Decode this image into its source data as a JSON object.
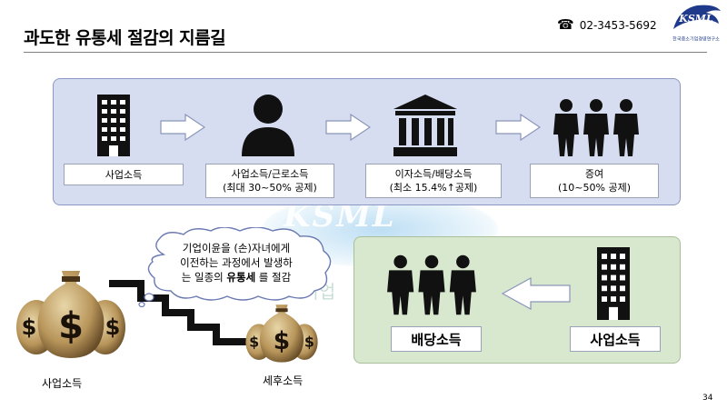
{
  "header": {
    "title": "과도한 유통세 절감의 지름길",
    "phone_icon": "phone-icon",
    "phone": "02-3453-5692",
    "logo_text": "KSML",
    "logo_subtitle": "한국중소기업경영연구소"
  },
  "watermark": {
    "text": "KSML",
    "subtext": "소기업"
  },
  "flow_top": {
    "steps": [
      {
        "icon": "building-icon",
        "line1": "사업소득",
        "line2": ""
      },
      {
        "icon": "person-icon",
        "line1": "사업소득/근로소득",
        "line2": "(최대 30~50% 공제)"
      },
      {
        "icon": "bank-icon",
        "line1": "이자소득/배당소득",
        "line2": "(최소 15.4%↑공제)"
      },
      {
        "icon": "family-icon",
        "line1": "증여",
        "line2": "(10~50% 공제)"
      }
    ]
  },
  "flow_bottom": {
    "left_label": "배당소득",
    "right_label": "사업소득",
    "left_icon": "family-icon",
    "right_icon": "building-icon"
  },
  "cloud": {
    "line1": "기업이윤을 (손)자녀에게",
    "line2": "이전하는 과정에서 발생하",
    "line3_pre": "는 일종의 ",
    "line3_bold": "유통세",
    "line3_post": " 를 절감"
  },
  "money": {
    "left_label": "사업소득",
    "right_label": "세후소득"
  },
  "page_number": "34",
  "colors": {
    "top_panel": "#d6ddf0",
    "bottom_panel": "#d8e8cf",
    "logo_blue": "#1f3a8a"
  }
}
